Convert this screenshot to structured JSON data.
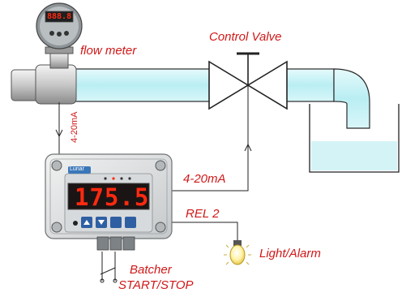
{
  "labels": {
    "flow_meter": "flow meter",
    "control_valve": "Control Valve",
    "signal_in": "4-20mA",
    "signal_out": "4-20mA",
    "relay": "REL 2",
    "light_alarm": "Light/Alarm",
    "batcher_line1": "Batcher",
    "batcher_line2": "START/STOP"
  },
  "controller": {
    "display_value": "175.5",
    "brand": "Lunar"
  },
  "sensor": {
    "display_value": "888.8"
  },
  "colors": {
    "label_red": "#d01818",
    "pipe_cyan": "#c9f0f5",
    "line_dark": "#222222",
    "led_red": "#ff2a10"
  }
}
